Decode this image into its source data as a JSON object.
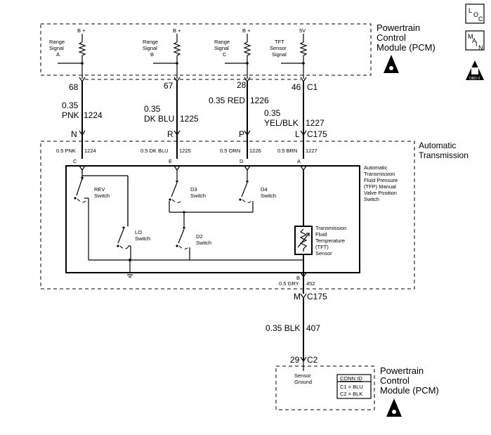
{
  "pcm_top": {
    "title_line1": "Powertrain",
    "title_line2": "Control",
    "title_line3": "Module (PCM)",
    "b_plus": "B +",
    "five_v": "5V",
    "range_a": [
      "Range",
      "Signal",
      "A"
    ],
    "range_b": [
      "Range",
      "Signal",
      "B"
    ],
    "range_c": [
      "Range",
      "Signal",
      "C"
    ],
    "tft_signal": [
      "TFT",
      "Sensor",
      "Signal"
    ]
  },
  "side_icons": {
    "loc": "LOC",
    "main": "MAIN",
    "obd": "OBD II"
  },
  "pins_top": {
    "p68": "68",
    "p67": "67",
    "p28": "28",
    "p46": "46",
    "c1": "C1"
  },
  "wires": {
    "w1_gauge": "0.35",
    "w1_color": "PNK",
    "w1_circuit": "1224",
    "w2_gauge": "0.35",
    "w2_color": "DK BLU",
    "w2_circuit": "1225",
    "w3_label": "0.35 RED",
    "w3_circuit": "1226",
    "w4_gauge": "0.35",
    "w4_color": "YEL/BLK",
    "w4_circuit": "1227",
    "w5_label": "0.35 BLK",
    "w5_circuit": "407"
  },
  "connector_c175": {
    "n": "N",
    "r": "R",
    "p": "P",
    "l": "L",
    "label": "C175",
    "m": "M"
  },
  "transmission": {
    "title_line1": "Automatic",
    "title_line2": "Transmission",
    "in1": "0.5 PNK",
    "in1c": "1224",
    "in2": "0.5 DK BLU",
    "in2c": "1225",
    "in3": "0.5 ORN",
    "in3c": "1226",
    "in4": "0.5 BRN",
    "in4c": "1227",
    "pin_c": "C",
    "pin_e": "E",
    "pin_d": "D",
    "pin_a": "A",
    "pin_b": "B",
    "out_wire": "0.5 GRY",
    "out_circuit": "452",
    "tfp_lines": [
      "Automatic",
      "Transmission",
      "Fluid Pressure",
      "(TFP) Manual",
      "Valve Position",
      "Switch"
    ],
    "rev": [
      "REV",
      "Switch"
    ],
    "d3": [
      "D3",
      "Switch"
    ],
    "d4": [
      "D4",
      "Switch"
    ],
    "lo": [
      "LO",
      "Switch"
    ],
    "d2": [
      "D2",
      "Switch"
    ],
    "tft_lines": [
      "Transmission",
      "Fluid",
      "Temperature",
      "(TFT)",
      "Sensor"
    ]
  },
  "pcm_bottom": {
    "pin29": "29",
    "c2": "C2",
    "sensor_ground": [
      "Sensor",
      "Ground"
    ],
    "conn_id": "CONN ID",
    "c1_row": "C1 = BLU",
    "c2_row": "C2 = BLK",
    "title_line1": "Powertrain",
    "title_line2": "Control",
    "title_line3": "Module (PCM)"
  }
}
